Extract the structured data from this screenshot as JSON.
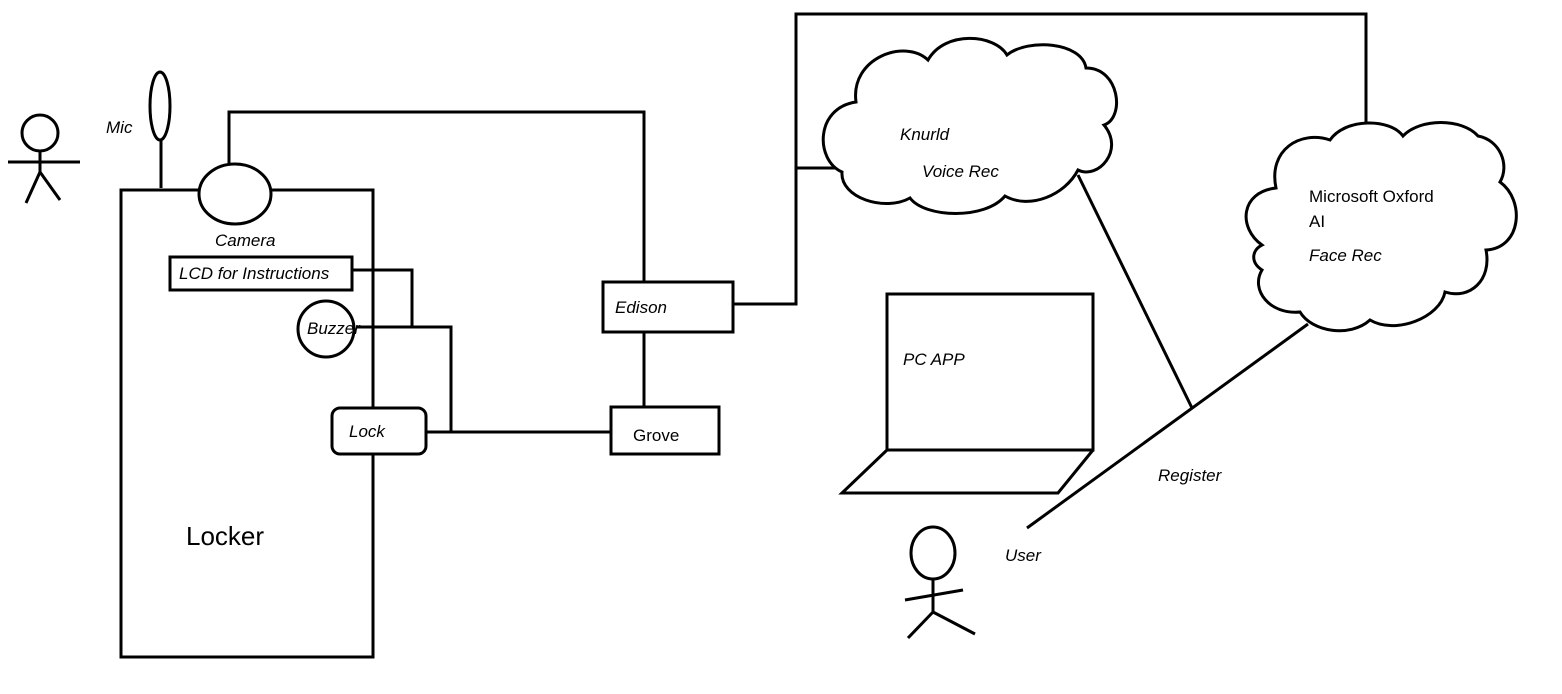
{
  "labels": {
    "mic": "Mic",
    "camera": "Camera",
    "lcd": "LCD for Instructions",
    "buzzer": "Buzzer",
    "lock": "Lock",
    "locker": "Locker",
    "edison": "Edison",
    "grove": "Grove",
    "knurld": "Knurld",
    "voice_rec": "Voice Rec",
    "oxford_line1": "Microsoft Oxford",
    "oxford_line2": "AI",
    "face_rec": "Face Rec",
    "pc_app": "PC APP",
    "register": "Register",
    "user": "User"
  }
}
